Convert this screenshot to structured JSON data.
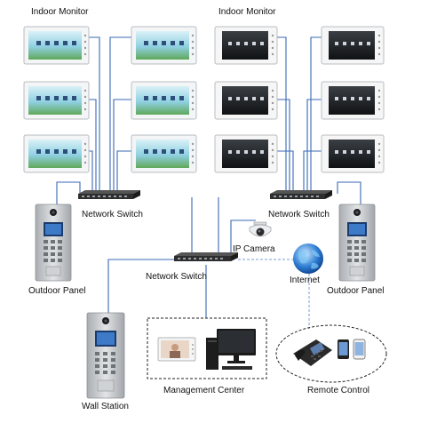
{
  "labels": {
    "indoor_monitor_left": "Indoor Monitor",
    "indoor_monitor_right": "Indoor Monitor",
    "network_switch_left": "Network Switch",
    "network_switch_right": "Network Switch",
    "network_switch_center": "Network Switch",
    "ip_camera": "IP Camera",
    "internet": "Internet",
    "outdoor_panel_left": "Outdoor Panel",
    "outdoor_panel_right": "Outdoor Panel",
    "wall_station": "Wall Station",
    "management_center": "Management Center",
    "remote_control": "Remote Control"
  },
  "colors": {
    "link_line": "#3a68b5",
    "dashed_line": "#7a9fd6",
    "monitor_white_screen": "#9fd6e6",
    "monitor_black_screen": "#1a1a1a",
    "switch_body": "#2e2e2e",
    "panel_metal": "#bfc3c7"
  },
  "icons": [
    "indoor-monitor-white-icon",
    "indoor-monitor-black-icon",
    "network-switch-icon",
    "ip-camera-icon",
    "internet-globe-icon",
    "outdoor-panel-icon",
    "wall-station-icon",
    "desktop-pc-icon",
    "ip-phone-icon",
    "smartphone-icon"
  ]
}
